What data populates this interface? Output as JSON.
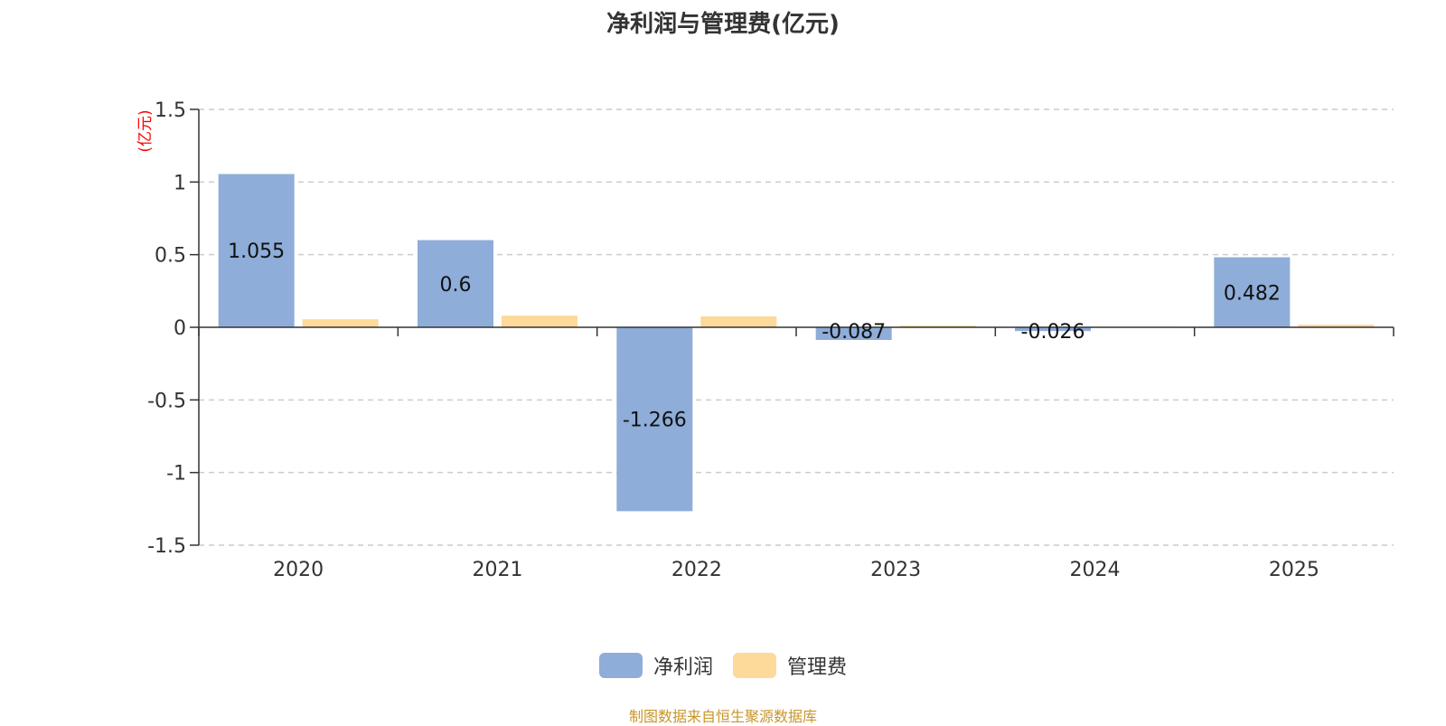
{
  "chart_data": {
    "type": "bar",
    "title": "净利润与管理费(亿元)",
    "unit_label": "(亿元)",
    "categories": [
      "2020",
      "2021",
      "2022",
      "2023",
      "2024",
      "2025"
    ],
    "series": [
      {
        "name": "净利润",
        "color": "#8eadd9",
        "values": [
          1.055,
          0.6,
          -1.266,
          -0.087,
          -0.026,
          0.482
        ],
        "labels": [
          "1.055",
          "0.6",
          "-1.266",
          "-0.087",
          "-0.026",
          "0.482"
        ]
      },
      {
        "name": "管理费",
        "color": "#fdd99a",
        "values": [
          0.055,
          0.08,
          0.075,
          0.012,
          0.004,
          0.018
        ]
      }
    ],
    "ylim": [
      -1.5,
      1.5
    ],
    "yticks": [
      1.5,
      1,
      0.5,
      0,
      -0.5,
      -1,
      -1.5
    ],
    "ytick_labels": [
      "1.5",
      "1",
      "0.5",
      "0",
      "-0.5",
      "-1",
      "-1.5"
    ],
    "grid": true,
    "legend_position": "bottom-center"
  },
  "footer": {
    "source": "制图数据来自恒生聚源数据库"
  }
}
